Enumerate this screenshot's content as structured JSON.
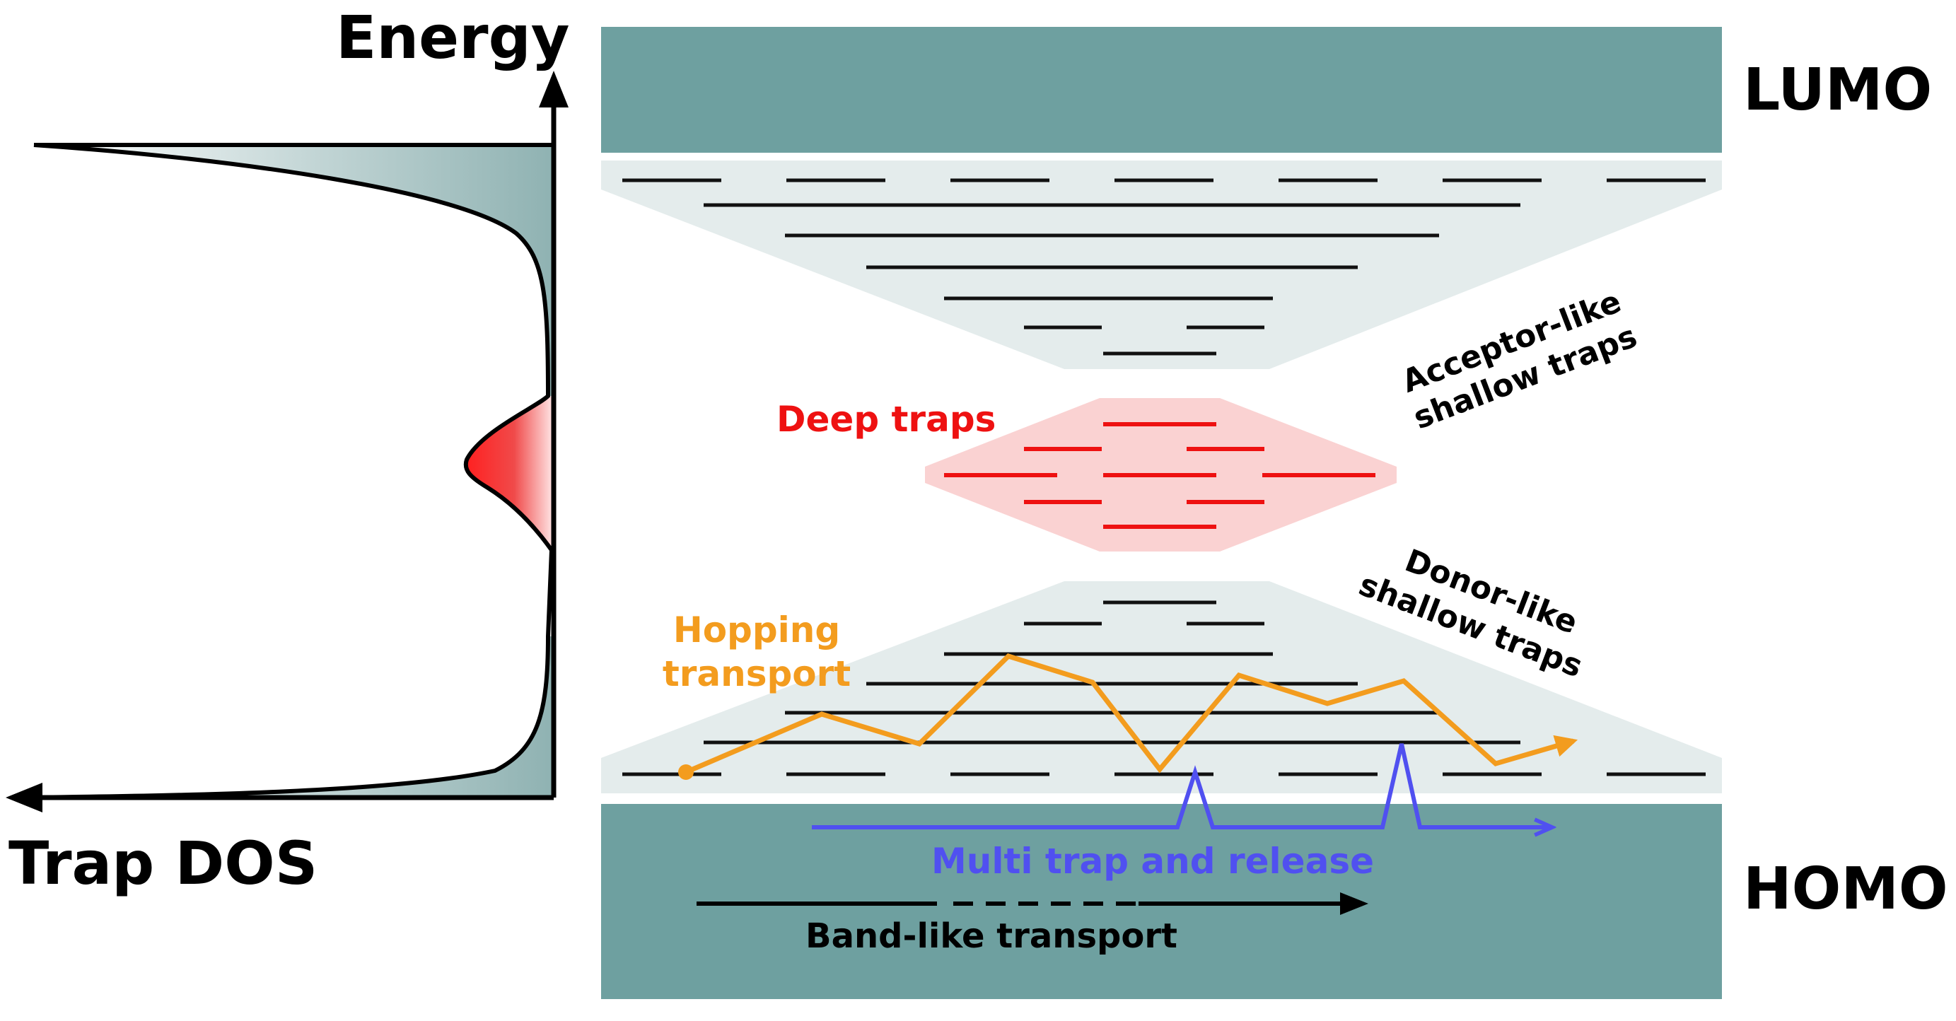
{
  "labels": {
    "energy": "Energy",
    "trap_dos": "Trap DOS",
    "lumo": "LUMO",
    "homo": "HOMO",
    "deep_traps": "Deep traps",
    "acceptor_line1": "Acceptor-like",
    "acceptor_line2": "shallow traps",
    "donor_line1": "Donor-like",
    "donor_line2": "shallow traps",
    "hopping_line1": "Hopping",
    "hopping_line2": "transport",
    "multi_trap": "Multi trap and release",
    "band_like": "Band-like transport"
  },
  "colors": {
    "band": "#6ea0a0",
    "shallow_region": "#e4ecec",
    "deep_region": "#fad2d2",
    "trap_line": "#111111",
    "deep_line": "#ee1111",
    "hopping": "#f39c1e",
    "multi_trap": "#5050f0",
    "band_like": "#000000",
    "dos_fill_gray": "#a9c4c4",
    "dos_fill_red": "#e81a1a"
  }
}
